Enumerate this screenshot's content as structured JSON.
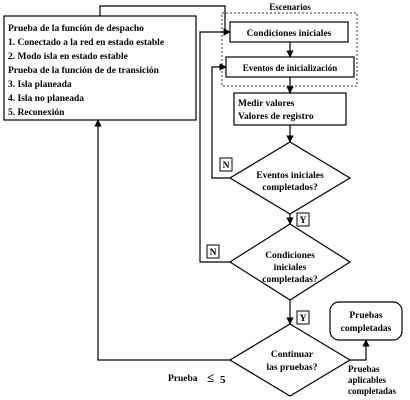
{
  "scenarios_label": "Escenarios",
  "left_box": {
    "lines": [
      "Prueba de la función de despacho",
      "1. Conectado a la red en estado estable",
      "2. Modo isla en estado estable",
      "Prueba de la función de de transición",
      "3. Isla planeada",
      "4. Isla no planeada",
      "5. Reconexión"
    ]
  },
  "initial_conditions": "Condiciones iniciales",
  "init_events": "Eventos de inicialización",
  "measure": {
    "line1": "Medir valores",
    "line2": "Valores de registro"
  },
  "decision1": {
    "line1": "Eventos iniciales",
    "line2": "completados?",
    "no_label": "N",
    "yes_label": "Y"
  },
  "decision2": {
    "line1": "Condiciones",
    "line2": "iniciales",
    "line3": "completadas?",
    "no_label": "N",
    "yes_label": "Y"
  },
  "decision3": {
    "line1": "Continuar",
    "line2": "las pruebas?"
  },
  "completed_box": {
    "line1": "Pruebas",
    "line2": "completadas"
  },
  "applicable": {
    "line1": "Pruebas",
    "line2": "aplicables",
    "line3": "completadas"
  },
  "loop_condition": {
    "text": "Prueba",
    "symbol": "≤",
    "value": "5"
  }
}
